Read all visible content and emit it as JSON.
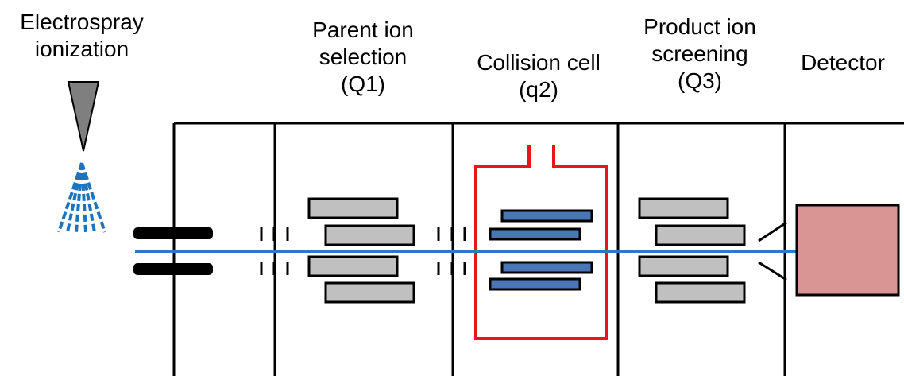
{
  "stages": [
    {
      "id": "electrospray",
      "lines": [
        "Electrospray",
        "ionization"
      ]
    },
    {
      "id": "q1",
      "lines": [
        "Parent ion",
        "selection",
        "(Q1)"
      ]
    },
    {
      "id": "q2",
      "lines": [
        "Collision cell",
        "(q2)"
      ]
    },
    {
      "id": "q3",
      "lines": [
        "Product ion",
        "screening",
        "(Q3)"
      ]
    },
    {
      "id": "detector",
      "lines": [
        "Detector"
      ]
    }
  ],
  "colors": {
    "ion_beam": "#2f78c4",
    "spray": "#1e73be",
    "collision_cell": "#e8161b",
    "q2_rods": "#4a76b8",
    "quad_rods": "#c0c0c0",
    "detector": "#d99594",
    "nozzle_top": "#7f7f7f",
    "frame": "#000000"
  },
  "icons": {
    "source": "electrospray-needle-icon",
    "spray": "spray-plume-icon",
    "detector": "detector-block-icon"
  }
}
